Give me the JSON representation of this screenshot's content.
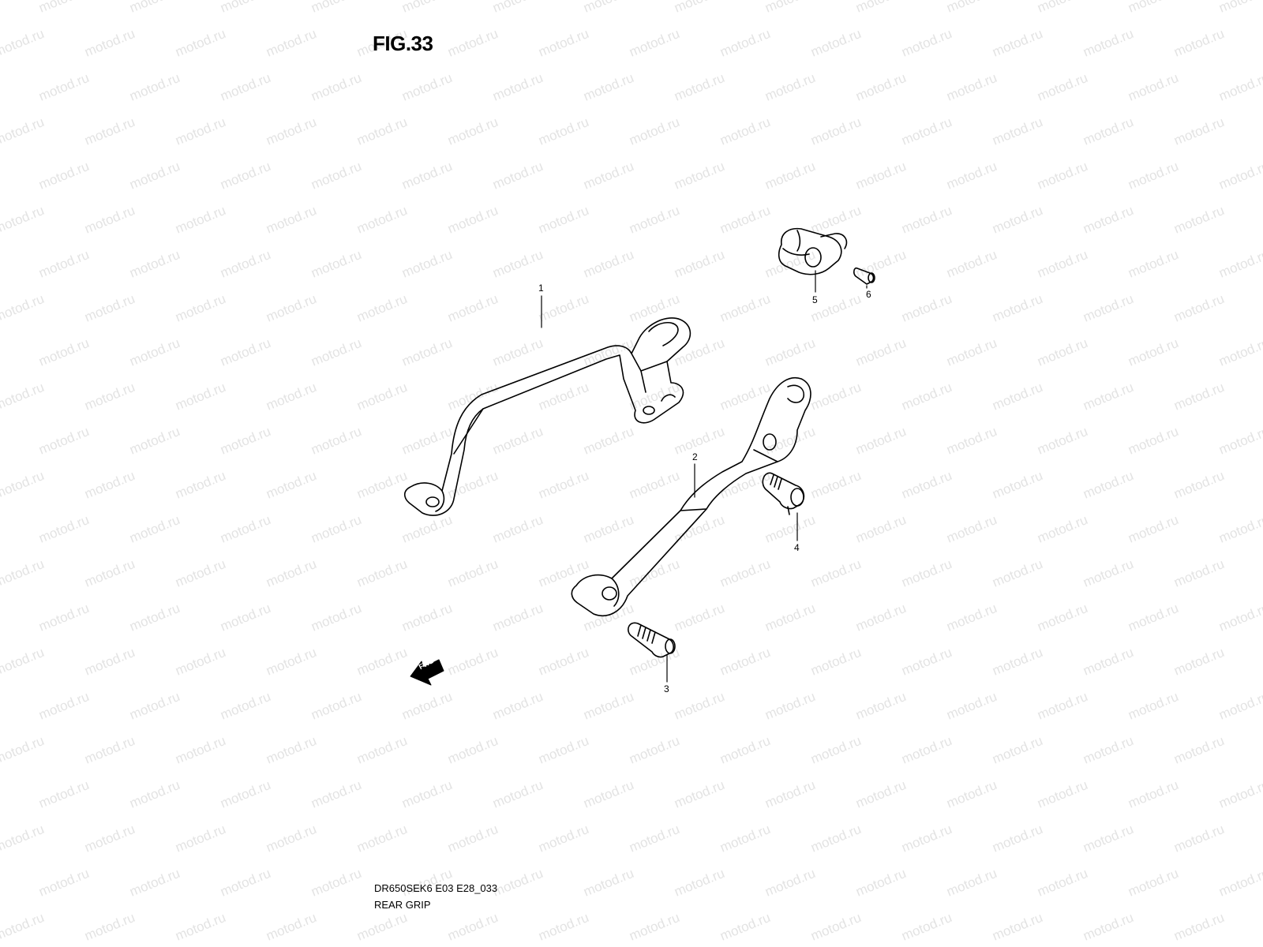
{
  "figure": {
    "title": "FIG.33",
    "model_code": "DR650SEK6 E03 E28_033",
    "section_name": "REAR GRIP"
  },
  "watermark": {
    "text": "motod.ru",
    "color": "#e3e3e3"
  },
  "direction_arrow": {
    "label": "FWD"
  },
  "callouts": [
    {
      "number": "1",
      "part": "rear-grip-left"
    },
    {
      "number": "2",
      "part": "rear-grip-right"
    },
    {
      "number": "3",
      "part": "bolt"
    },
    {
      "number": "4",
      "part": "bolt"
    },
    {
      "number": "5",
      "part": "cushion"
    },
    {
      "number": "6",
      "part": "screw"
    }
  ],
  "colors": {
    "line": "#000000",
    "background": "#ffffff"
  }
}
